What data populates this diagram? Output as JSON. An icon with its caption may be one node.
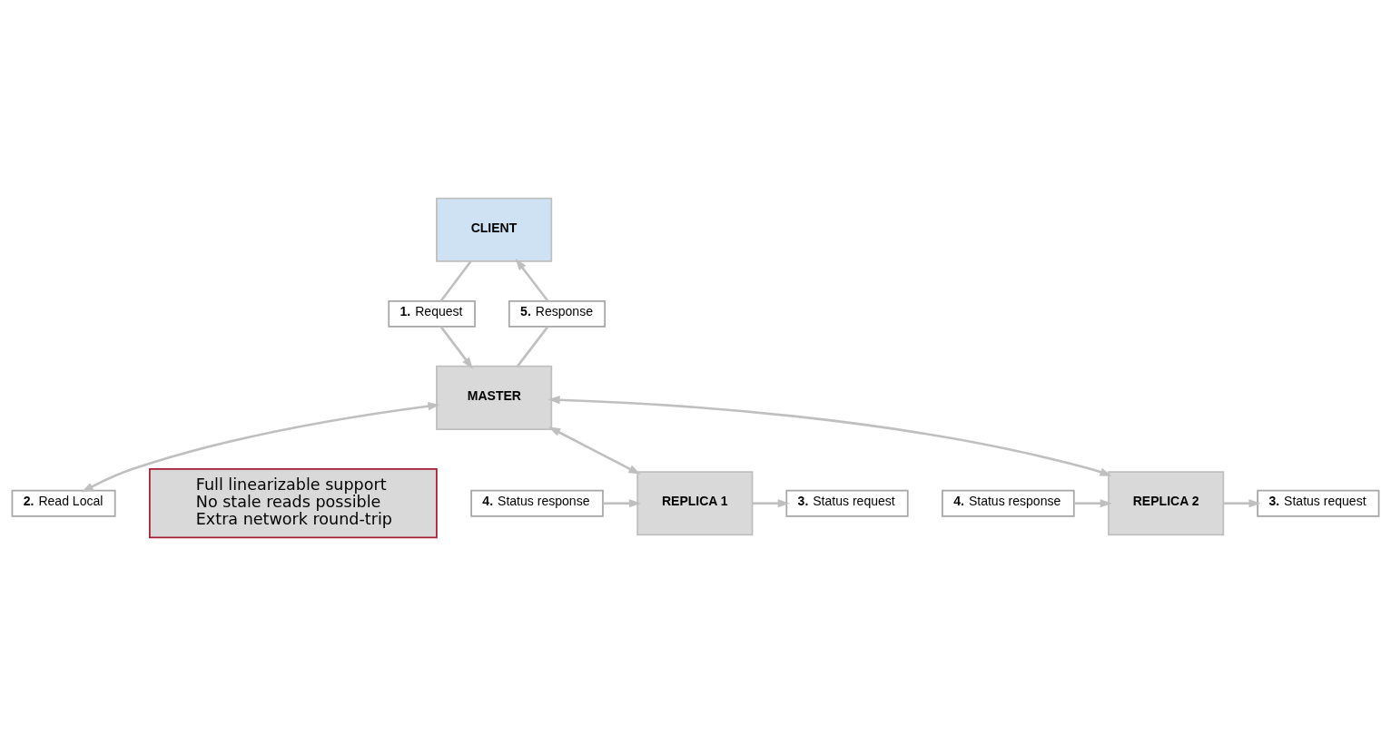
{
  "diagram": {
    "nodes": [
      {
        "text": [
          "CLIENT"
        ]
      },
      {
        "text": [
          "REPLICA 1"
        ]
      },
      {
        "text": [
          "**1.** Request"
        ]
      },
      {
        "text": [
          "**5.** Response"
        ]
      },
      {
        "text": [
          "MASTER"
        ]
      },
      {
        "text": [
          "REPLICA 2"
        ]
      },
      {
        "text": [
          "**2.** Read Local"
        ]
      },
      {
        "text": [
          "**3.** Status request"
        ]
      },
      {
        "text": [
          "**4.** Status response"
        ]
      },
      {
        "text": [
          "**3.** Status request"
        ]
      },
      {
        "text": [
          "**4.** Status response"
        ]
      },
      {
        "text": [
          "Full linearizable support",
          "No stale reads possible",
          "Extra network round-trip"
        ]
      }
    ],
    "edges": [
      {
        "from": 0,
        "to": 2,
        "arrow": "none"
      },
      {
        "from": 2,
        "to": 4,
        "arrow": "to"
      },
      {
        "from": 4,
        "to": 3,
        "arrow": "none"
      },
      {
        "from": 3,
        "to": 0,
        "arrow": "to"
      },
      {
        "from": 4,
        "to": 6,
        "arrow": "both"
      },
      {
        "from": 4,
        "to": 1,
        "arrow": "both"
      },
      {
        "from": 4,
        "to": 5,
        "arrow": "both"
      },
      {
        "from": 1,
        "to": 7,
        "arrow": "to"
      },
      {
        "from": 8,
        "to": 1,
        "arrow": "to"
      },
      {
        "from": 5,
        "to": 9,
        "arrow": "to"
      },
      {
        "from": 10,
        "to": 5,
        "arrow": "to"
      }
    ]
  }
}
